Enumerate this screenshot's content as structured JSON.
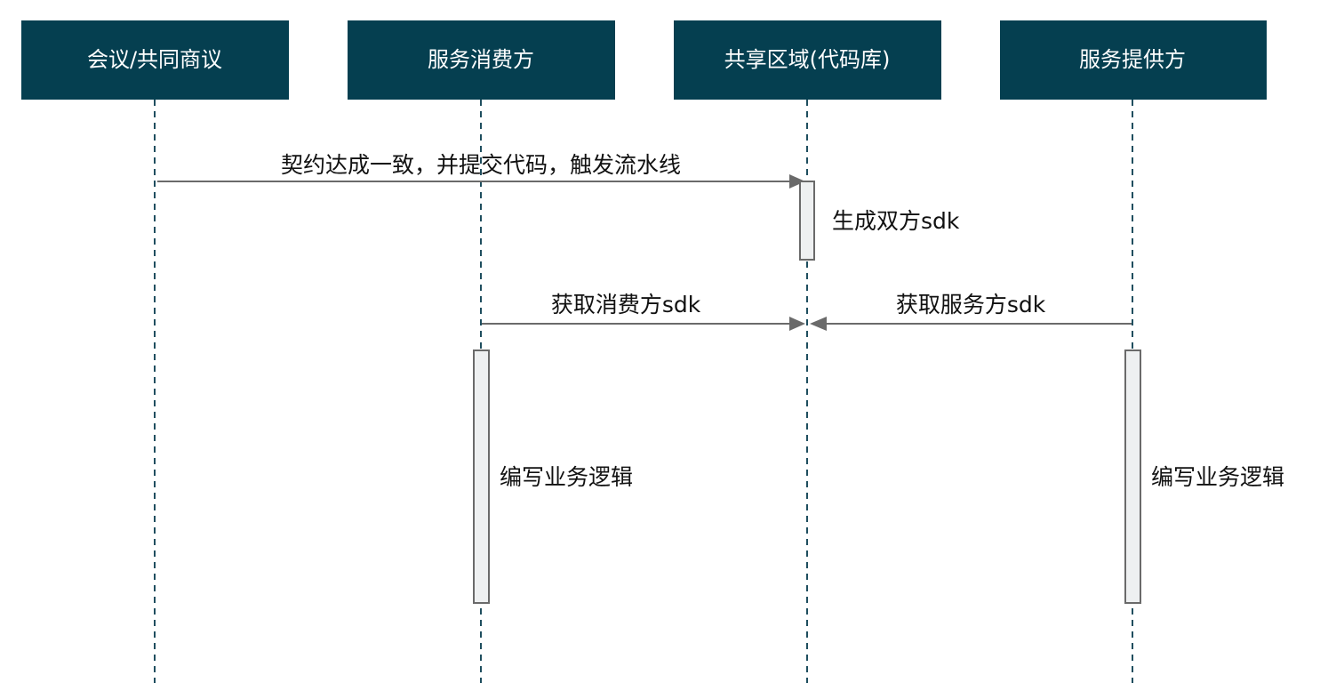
{
  "participants": [
    {
      "id": "p1",
      "label": "会议/共同商议"
    },
    {
      "id": "p2",
      "label": "服务消费方"
    },
    {
      "id": "p3",
      "label": "共享区域(代码库)"
    },
    {
      "id": "p4",
      "label": "服务提供方"
    }
  ],
  "messages": [
    {
      "from": "p1",
      "to": "p3",
      "label": "契约达成一致，并提交代码，触发流水线"
    },
    {
      "from": "p2",
      "to": "p3",
      "label": "获取消费方sdk"
    },
    {
      "from": "p4",
      "to": "p3",
      "label": "获取服务方sdk"
    }
  ],
  "activations": [
    {
      "participant": "p3",
      "label": "生成双方sdk"
    },
    {
      "participant": "p2",
      "label": "编写业务逻辑"
    },
    {
      "participant": "p4",
      "label": "编写业务逻辑"
    }
  ],
  "colors": {
    "actor_fill": "#053f50",
    "actor_text": "#ffffff",
    "line": "#6a6a6a",
    "activation_fill": "#eef0f1"
  }
}
